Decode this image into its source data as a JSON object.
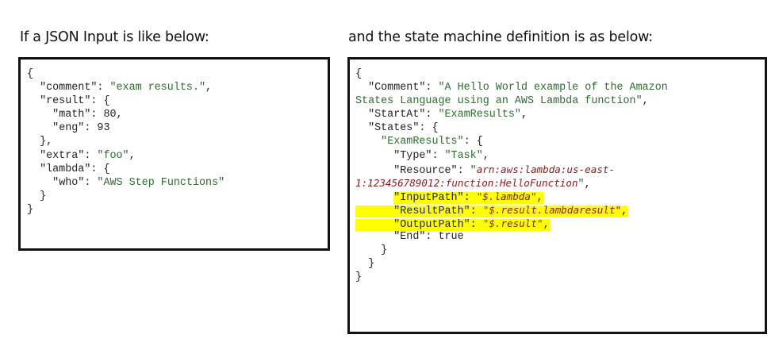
{
  "headings": {
    "left": "If a JSON Input is like below:",
    "right": "and the state machine definition is as below:"
  },
  "input_json": {
    "lines": [
      {
        "indent": "",
        "open": "{"
      },
      {
        "indent": "  ",
        "key": "\"comment\"",
        "sep": ": ",
        "str": "\"exam results.\"",
        "tail": ","
      },
      {
        "indent": "  ",
        "key": "\"result\"",
        "sep": ": ",
        "punct": "{"
      },
      {
        "indent": "    ",
        "key": "\"math\"",
        "sep": ": ",
        "num": "80",
        "tail": ","
      },
      {
        "indent": "    ",
        "key": "\"eng\"",
        "sep": ": ",
        "num": "93"
      },
      {
        "indent": "  ",
        "open": "},"
      },
      {
        "indent": "  ",
        "key": "\"extra\"",
        "sep": ": ",
        "str": "\"foo\"",
        "tail": ","
      },
      {
        "indent": "  ",
        "key": "\"lambda\"",
        "sep": ": ",
        "punct": "{"
      },
      {
        "indent": "    ",
        "key": "\"who\"",
        "sep": ": ",
        "str": "\"AWS Step Functions\""
      },
      {
        "indent": "  ",
        "open": "}"
      },
      {
        "indent": "",
        "open": "}"
      }
    ]
  },
  "state_machine": {
    "open_brace": "{",
    "comment_key": "\"Comment\"",
    "comment_val_1": "\"A Hello World example of the Amazon",
    "comment_val_2": "States Language using an AWS Lambda function\"",
    "startat_key": "\"StartAt\"",
    "startat_val": "\"ExamResults\"",
    "states_key": "\"States\"",
    "examresults_key": "\"ExamResults\"",
    "type_key": "\"Type\"",
    "type_val": "\"Task\"",
    "resource_key": "\"Resource\"",
    "resource_val_1": "arn:aws:lambda:us-east-",
    "resource_val_2": "1:123456789012:function:HelloFunction",
    "inputpath_key": "\"InputPath\"",
    "inputpath_val": "\"$.lambda\"",
    "resultpath_key": "\"ResultPath\"",
    "resultpath_val": "\"$.result.lambdaresult\"",
    "outputpath_key": "\"OutputPath\"",
    "outputpath_val": "\"$.result\"",
    "end_key": "\"End\"",
    "end_val": "true",
    "close_inner": "}",
    "close_states": "}",
    "close_outer": "}"
  },
  "colors": {
    "highlight": "#ffff00",
    "string_green": "#2e6b2e",
    "resource_red": "#8b1a1a",
    "border": "#111111"
  }
}
